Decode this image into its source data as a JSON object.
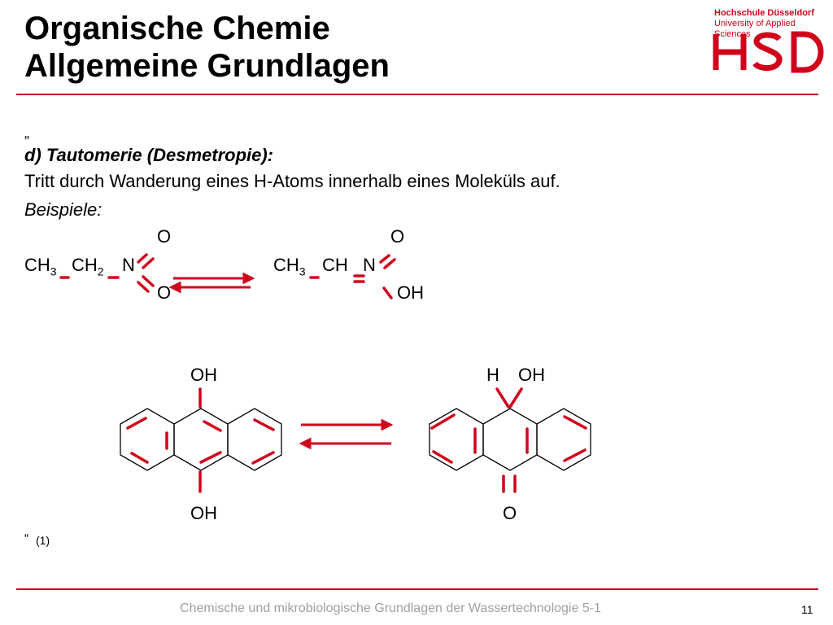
{
  "header": {
    "title_line1": "Organische Chemie",
    "title_line2": "Allgemeine Grundlagen",
    "logo_line1": "Hochschule Düsseldorf",
    "logo_line2": "University of Applied Sciences",
    "logo_text": "HSD",
    "accent_color": "#d0021b"
  },
  "content": {
    "open_quote": "„",
    "heading": "d) Tautomerie (Desmetropie):",
    "description": "Tritt durch Wanderung eines H-Atoms innerhalb eines Moleküls auf.",
    "examples_label": "Beispiele:",
    "reaction1": {
      "left": {
        "top_o": "O",
        "ch3": "CH",
        "ch3_sub": "3",
        "ch2": "CH",
        "ch2_sub": "2",
        "n": "N",
        "bottom_o": "O"
      },
      "right": {
        "top_o": "O",
        "ch3": "CH",
        "ch3_sub": "3",
        "ch": "CH",
        "n": "N",
        "oh": "OH"
      }
    },
    "reaction2": {
      "left_top": "OH",
      "left_bottom": "OH",
      "right_top_h": "H",
      "right_top_oh": "OH",
      "right_bottom": "O"
    },
    "close_quote": "“",
    "reference": "(1)"
  },
  "footer": {
    "text": "Chemische und mikrobiologische Grundlagen der Wassertechnologie 5-1",
    "page": "11"
  }
}
